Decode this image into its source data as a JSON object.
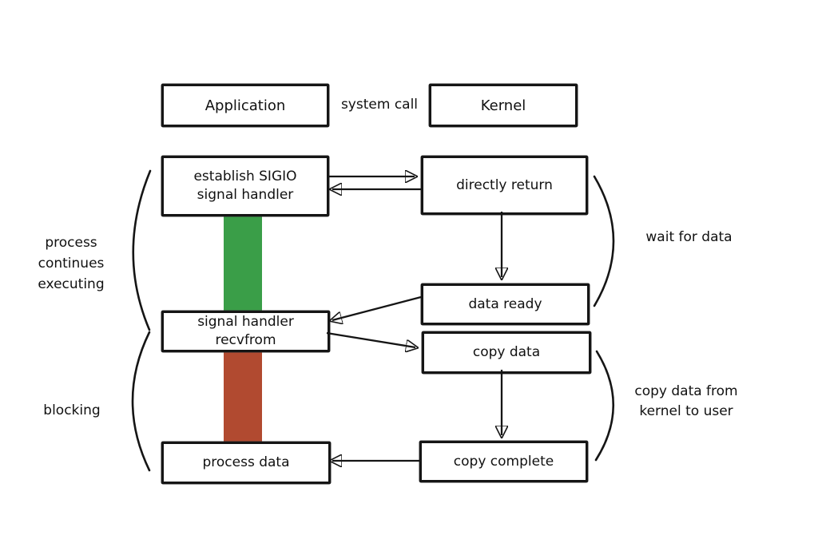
{
  "diagram": {
    "headers": {
      "application": "Application",
      "kernel": "Kernel",
      "divider_label": "system call"
    },
    "app_steps": {
      "establish": "establish SIGIO\nsignal handler",
      "signal_handler": "signal handler\nrecvfrom",
      "process_data": "process data"
    },
    "kernel_steps": {
      "directly_return": "directly return",
      "data_ready": "data ready",
      "copy_data": "copy data",
      "copy_complete": "copy complete"
    },
    "annotations": {
      "left_top": "process\ncontinues\nexecuting",
      "left_bottom": "blocking",
      "right_top": "wait for data",
      "right_bottom": "copy data from\nkernel to user"
    },
    "colors": {
      "nonblocking_bar": "#3a9e48",
      "blocking_bar": "#b14a30"
    }
  }
}
